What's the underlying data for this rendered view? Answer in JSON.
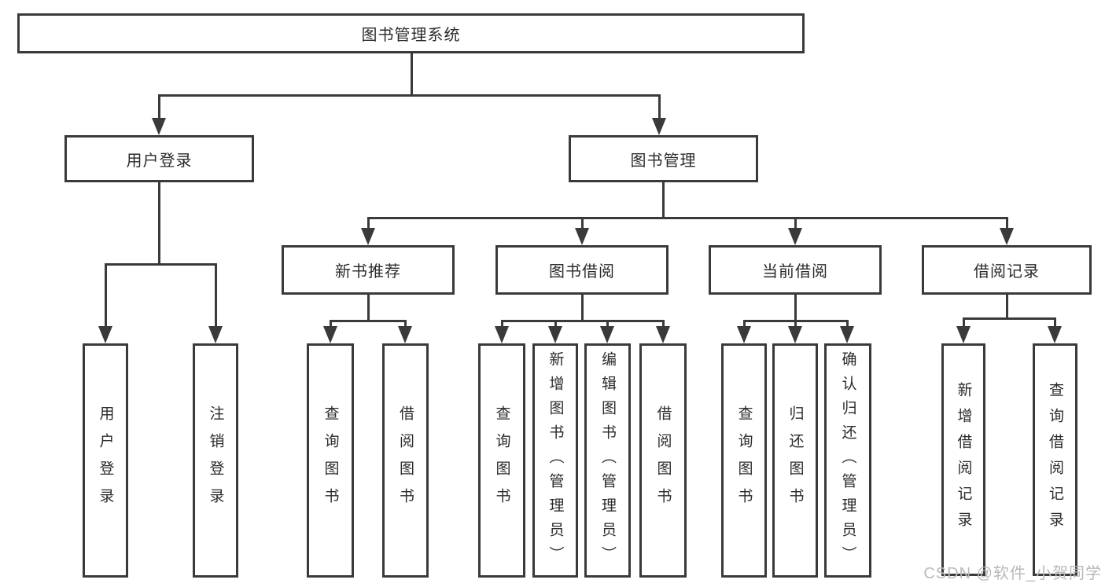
{
  "diagram_type": "hierarchy-tree",
  "colors": {
    "line": "#3a3a3a",
    "box_fill": "#ffffff",
    "text": "#2b2b2b",
    "watermark": "#b9b9b9",
    "background": "#ffffff"
  },
  "tree": {
    "root": {
      "label": "图书管理系统",
      "children": [
        {
          "label": "用户登录",
          "children": [
            {
              "label": "用户登录"
            },
            {
              "label": "注销登录"
            }
          ]
        },
        {
          "label": "图书管理",
          "children": [
            {
              "label": "新书推荐",
              "children": [
                {
                  "label": "查询图书"
                },
                {
                  "label": "借阅图书"
                }
              ]
            },
            {
              "label": "图书借阅",
              "children": [
                {
                  "label": "查询图书"
                },
                {
                  "label": "新增图书（管理员）"
                },
                {
                  "label": "编辑图书（管理员）"
                },
                {
                  "label": "借阅图书"
                }
              ]
            },
            {
              "label": "当前借阅",
              "children": [
                {
                  "label": "查询图书"
                },
                {
                  "label": "归还图书"
                },
                {
                  "label": "确认归还（管理员）"
                }
              ]
            },
            {
              "label": "借阅记录",
              "children": [
                {
                  "label": "新增借阅记录"
                },
                {
                  "label": "查询借阅记录"
                }
              ]
            }
          ]
        }
      ]
    }
  },
  "watermark": {
    "text": "CSDN @软件_小贺同学"
  }
}
